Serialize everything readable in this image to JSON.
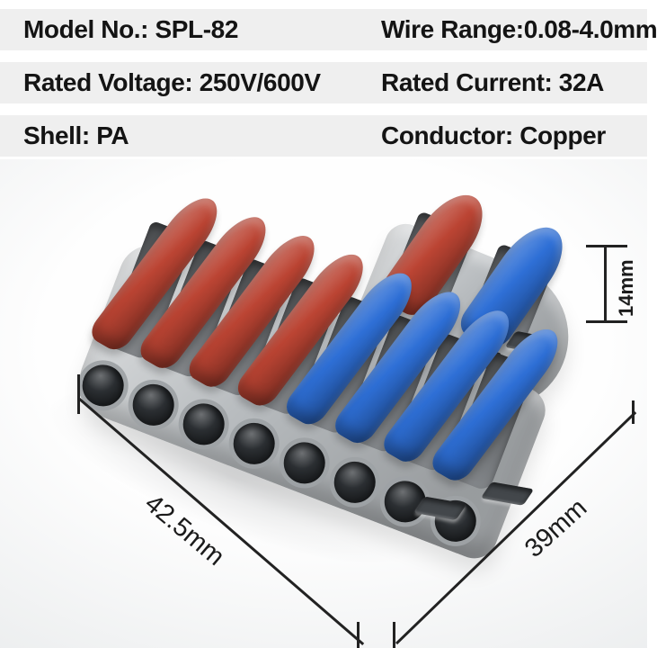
{
  "specs": {
    "rows": [
      {
        "left": "Model No.: SPL-82",
        "right": "Wire Range:0.08-4.0mm"
      },
      {
        "left": "Rated Voltage: 250V/600V",
        "right": "Rated Current: 32A"
      },
      {
        "left": "Shell: PA",
        "right": "Conductor: Copper"
      }
    ]
  },
  "dimensions": {
    "main_width": "42.5mm",
    "branch_width": "39mm",
    "branch_height": "14mm"
  },
  "product": {
    "model": "SPL-82",
    "main_levers": {
      "red": 4,
      "blue": 4
    },
    "branch_levers": {
      "red": 1,
      "blue": 1
    },
    "main_holes": 8,
    "colors": {
      "red": "#bb4433",
      "blue": "#2e6fd6",
      "body": "#b7bbbe",
      "slot": "#74787c",
      "hole": "#303438",
      "band": "#efefef",
      "line": "#222222"
    }
  }
}
